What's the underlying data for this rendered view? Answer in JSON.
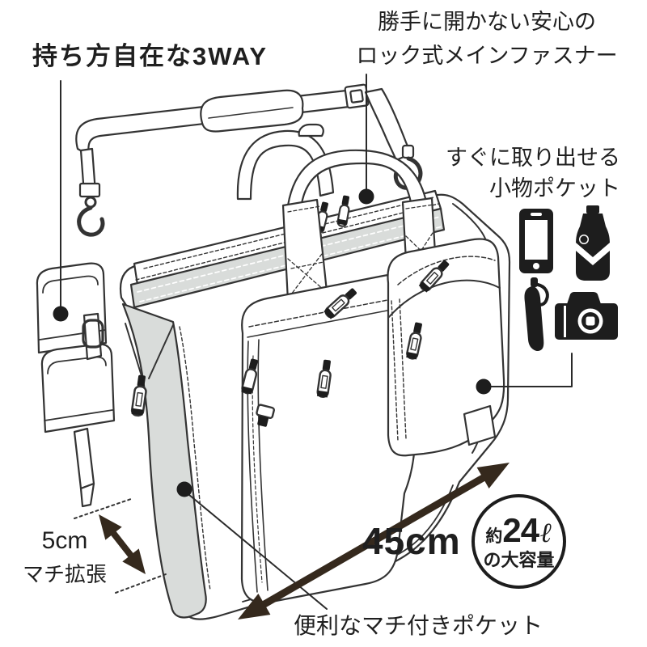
{
  "diagram_title": "3WAY business bag feature diagram",
  "colors": {
    "background": "#ffffff",
    "line_art": "#333333",
    "shade_gray": "#d9dcda",
    "ink_black": "#1d1d1d",
    "arrow_brown_black": "#35291d"
  },
  "labels": {
    "title": "持ち方自在な3WAY",
    "lock_line1": "勝手に開かない安心の",
    "lock_line2": "ロック式メインファスナー",
    "quick_line1": "すぐに取り出せる",
    "quick_line2": "小物ポケット",
    "expand_size": "5cm",
    "expand_label": "マチ拡張",
    "width_label": "45cm",
    "capacity_prefix": "約",
    "capacity_value": "24",
    "capacity_unit": "ℓ",
    "capacity_suffix": "の大容量",
    "bottom_label": "便利なマチ付きポケット"
  },
  "icons": {
    "smartphone": "smartphone-icon",
    "bottle": "pet-bottle-icon",
    "umbrella": "folding-umbrella-icon",
    "camera": "camera-icon"
  }
}
